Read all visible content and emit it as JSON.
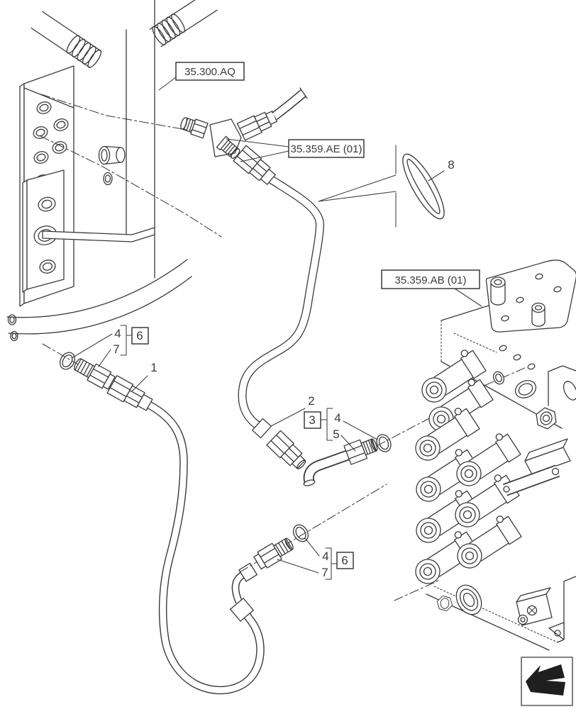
{
  "diagram_type": "exploded-parts-diagram",
  "labels": {
    "aq": "35.300.AQ",
    "ae": "35.359.AE (01)",
    "ab": "35.359.AB (01)"
  },
  "callouts": {
    "c1": "1",
    "c2": "2",
    "c3": "3",
    "c4": "4",
    "c5": "5",
    "c6": "6",
    "c7": "7",
    "c8": "8"
  },
  "colors": {
    "line-color": "#3a3a3a",
    "bg-color": "#ffffff",
    "icon-fill": "#1f1f1f"
  },
  "icons": {
    "corner": "direction-arrow-icon"
  }
}
